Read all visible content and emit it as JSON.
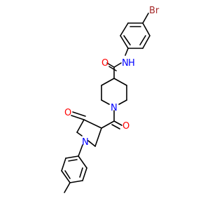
{
  "molecule": {
    "colors": {
      "bond": "#000000",
      "carbon": "#000000",
      "nitrogen": "#0000ff",
      "oxygen": "#ff0000",
      "bromine": "#a52a2a",
      "background": "#ffffff"
    },
    "labels": {
      "bromine": "Br",
      "amide_nitrogen": "N",
      "amide_h": "H",
      "amide_oxygen": "O",
      "piperidine_nitrogen": "N",
      "ketone_oxygen": "O",
      "lactam_oxygen": "O",
      "pyrrolidine_nitrogen": "N"
    }
  }
}
